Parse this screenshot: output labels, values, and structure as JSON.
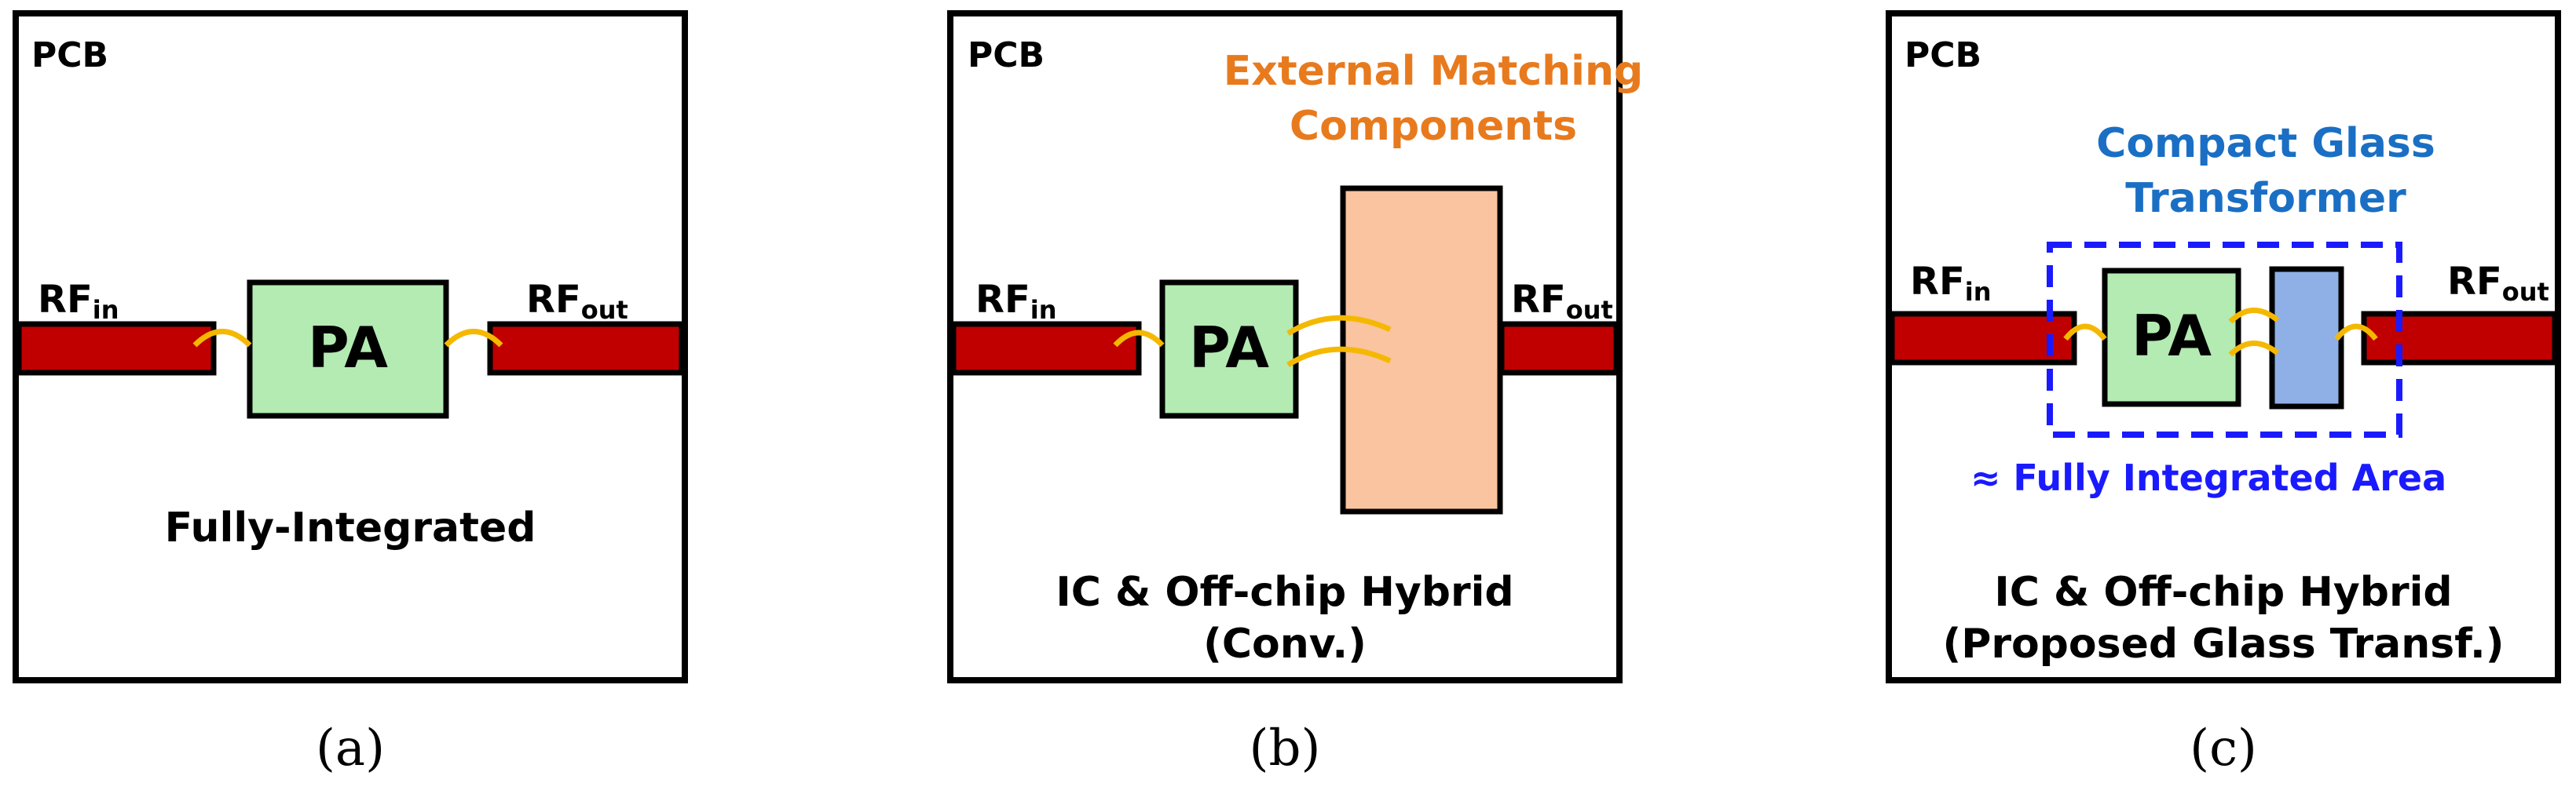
{
  "colors": {
    "border": "#000000",
    "trace": "#c00000",
    "pa_fill": "#b3ebb3",
    "matching_fill": "#f9c49f",
    "transformer_fill": "#8fb0e6",
    "bondwire": "#f5b800",
    "orange_text": "#e87a1e",
    "blue_text": "#1a6fc4",
    "dashed_box": "#1a1aff",
    "approx_text": "#1a1aff"
  },
  "panels": {
    "a": {
      "pcb_label": "PCB",
      "rf_in": "RF",
      "rf_in_sub": "in",
      "rf_out": "RF",
      "rf_out_sub": "out",
      "pa_label": "PA",
      "description": "Fully-Integrated",
      "caption": "(a)"
    },
    "b": {
      "pcb_label": "PCB",
      "rf_in": "RF",
      "rf_in_sub": "in",
      "rf_out": "RF",
      "rf_out_sub": "out",
      "pa_label": "PA",
      "matching_line1": "External Matching",
      "matching_line2": "Components",
      "description_line1": "IC & Off-chip Hybrid",
      "description_line2": "(Conv.)",
      "caption": "(b)"
    },
    "c": {
      "pcb_label": "PCB",
      "rf_in": "RF",
      "rf_in_sub": "in",
      "rf_out": "RF",
      "rf_out_sub": "out",
      "pa_label": "PA",
      "transformer_line1": "Compact Glass",
      "transformer_line2": "Transformer",
      "area_note": "≈ Fully Integrated Area",
      "description_line1": "IC & Off-chip Hybrid",
      "description_line2": "(Proposed Glass Transf.)",
      "caption": "(c)"
    }
  }
}
